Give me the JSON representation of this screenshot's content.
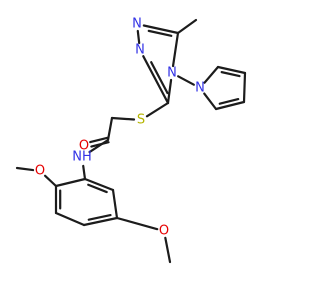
{
  "molecule": {
    "atoms": [
      {
        "id": "N1",
        "symbol": "N",
        "color": "#3333e6"
      },
      {
        "id": "N2",
        "symbol": "N",
        "color": "#3333e6"
      },
      {
        "id": "N4",
        "symbol": "N",
        "color": "#3333e6"
      },
      {
        "id": "Npyr",
        "symbol": "N",
        "color": "#3333e6"
      },
      {
        "id": "S",
        "symbol": "S",
        "color": "#b5b500"
      },
      {
        "id": "O",
        "symbol": "O",
        "color": "#e60000"
      },
      {
        "id": "NH",
        "symbol": "NH",
        "color": "#3333e6"
      },
      {
        "id": "O1",
        "symbol": "O",
        "color": "#e60000"
      },
      {
        "id": "O2",
        "symbol": "O",
        "color": "#e60000"
      }
    ],
    "bond_color": "#1c1c1c",
    "background": "#ffffff"
  }
}
